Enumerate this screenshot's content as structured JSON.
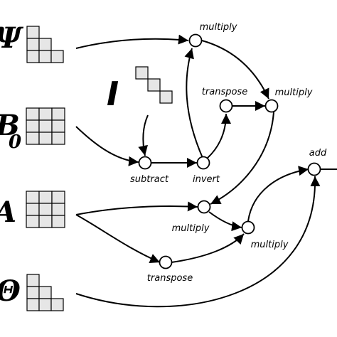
{
  "inputs": {
    "psi": {
      "symbol": "Ψ"
    },
    "b0": {
      "symbol": "B",
      "subscript": "0"
    },
    "a": {
      "symbol": "A"
    },
    "theta": {
      "symbol": "Θ"
    },
    "identity": {
      "symbol": "I"
    }
  },
  "operations": {
    "multiply_top": "multiply",
    "transpose_mid": "transpose",
    "multiply_right": "multiply",
    "subtract": "subtract",
    "invert": "invert",
    "add": "add",
    "multiply_lower_left": "multiply",
    "multiply_lower_right": "multiply",
    "transpose_bottom": "transpose"
  },
  "colors": {
    "cell_fill": "#e6e6e6",
    "stroke": "#000000"
  }
}
